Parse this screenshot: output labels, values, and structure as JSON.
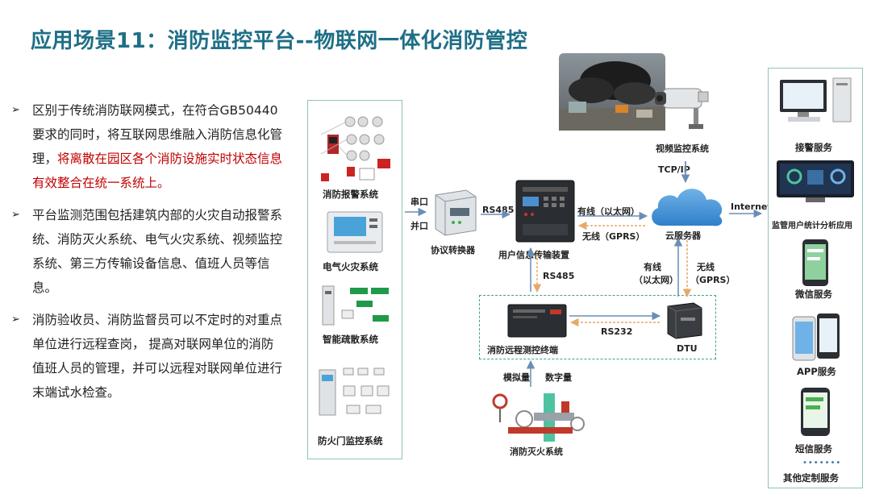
{
  "title": "应用场景11：消防监控平台--物联网一体化消防管控",
  "bullets": [
    {
      "parts": [
        {
          "text": "区别于传统消防联网模式，在符合GB50440要求的同时，将互联网思维融入消防信息化管理，",
          "red": false
        },
        {
          "text": "将离散在园区各个消防设施实时状态信息有效整合在统一系统上。",
          "red": true
        }
      ]
    },
    {
      "parts": [
        {
          "text": "平台监测范围包括建筑内部的火灾自动报警系统、消防灭火系统、电气火灾系统、视频监控系统、第三方传输设备信息、值班人员等信息。",
          "red": false
        }
      ]
    },
    {
      "parts": [
        {
          "text": "消防验收员、消防监督员可以不定时的对重点单位进行远程查岗，  提高对联网单位的消防值班人员的管理，并可以远程对联网单位进行末端试水检查。",
          "red": false
        }
      ]
    }
  ],
  "left_panel": {
    "systems": [
      "消防报警系统",
      "电气火灾系统",
      "智能疏散系统",
      "防火门监控系统"
    ]
  },
  "center": {
    "serial": "串口",
    "parallel": "并口",
    "converter": "协议转换器",
    "rs485_top": "RS485",
    "transmission": "用户信息传输装置",
    "wired_top": "有线（以太网）",
    "wireless_top": "无线（GPRS）",
    "cloud": "云服务器",
    "tcpip": "TCP/IP",
    "video": "视频监控系统",
    "internet": "Internet",
    "rs485_mid": "RS485",
    "wired_mid_1": "有线",
    "wired_mid_2": "（以太网）",
    "wireless_mid_1": "无线",
    "wireless_mid_2": "（GPRS）",
    "rs232": "RS232",
    "terminal": "消防远程测控终端",
    "dtu": "DTU",
    "analog": "模拟量",
    "digital": "数字量",
    "extinguish": "消防灭火系统"
  },
  "right_panel": {
    "services": [
      "接警服务",
      "监管用户统计分析应用",
      "微信服务",
      "APP服务",
      "短信服务",
      "其他定制服务"
    ]
  },
  "colors": {
    "title": "#1e6f86",
    "highlight": "#c00000",
    "panel_border": "#8fc4b8",
    "arrow": "#6a8db5",
    "dashed": "#e6a96a"
  }
}
